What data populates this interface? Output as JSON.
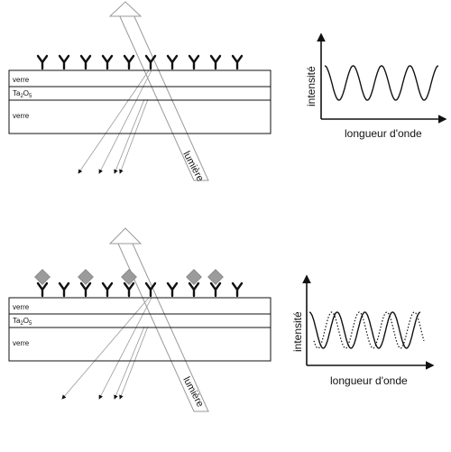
{
  "labels": {
    "glass": "verre",
    "oxide_base": "Ta",
    "oxide_sub_2": "2",
    "oxide_o": "O",
    "oxide_sub_5": "5",
    "light": "lumière",
    "intensity": "intensité",
    "wavelength": "longueur d'onde"
  },
  "colors": {
    "ink": "#111111",
    "beam": "#999999",
    "antigen": "#9b9b9b",
    "background": "#ffffff"
  },
  "panels": [
    {
      "name": "without-antigen",
      "antibody_count": 10,
      "bound_antigen_positions": [],
      "spectrum": {
        "series": [
          {
            "style": "solid",
            "periods": 4,
            "phase": 0
          }
        ]
      }
    },
    {
      "name": "with-antigen",
      "antibody_count": 10,
      "bound_antigen_positions": [
        0,
        2,
        4,
        7,
        8
      ],
      "spectrum": {
        "series": [
          {
            "style": "solid",
            "periods": 4,
            "phase": 0
          },
          {
            "style": "dotted",
            "periods": 4,
            "phase": 0.35
          }
        ]
      }
    }
  ]
}
